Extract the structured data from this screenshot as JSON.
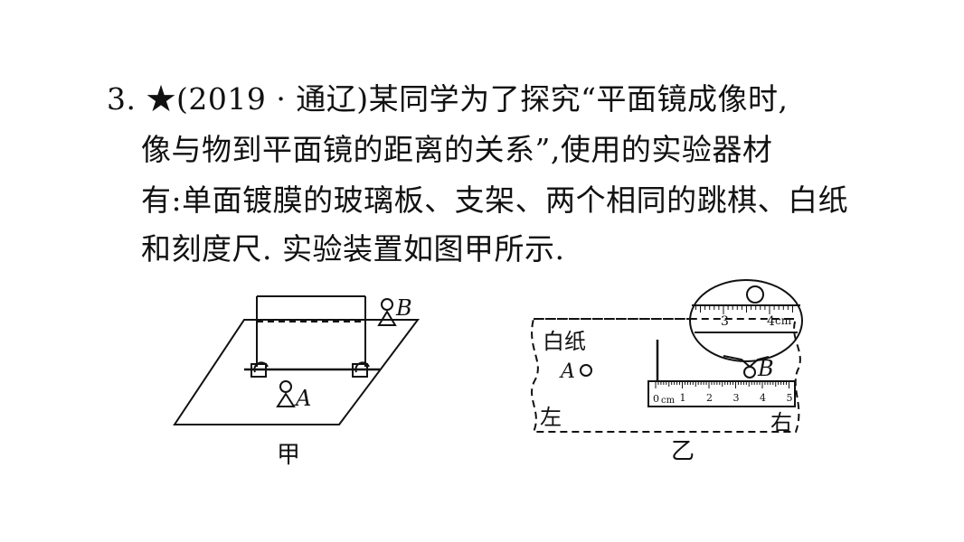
{
  "question": {
    "line1": "3. ★(2019 · 通辽)某同学为了探究“平面镜成像时,",
    "line2": "像与物到平面镜的距离的关系”,使用的实验器材",
    "line3": "有:单面镀膜的玻璃板、支架、两个相同的跳棋、白纸",
    "line4": "和刻度尺. 实验装置如图甲所示."
  },
  "figure_jia": {
    "caption": "甲",
    "label_b": "B",
    "label_a": "A"
  },
  "figure_yi": {
    "caption": "乙",
    "paper_label": "白纸",
    "label_a": "A",
    "label_b": "B",
    "left_label": "左",
    "right_label": "右",
    "ruler_ticks": [
      "1",
      "2",
      "3",
      "4",
      "5"
    ],
    "ruler_zero": "0",
    "ruler_unit": "cm",
    "zoom_tick_3": "3",
    "zoom_tick_4": "4",
    "zoom_unit": "cm"
  }
}
